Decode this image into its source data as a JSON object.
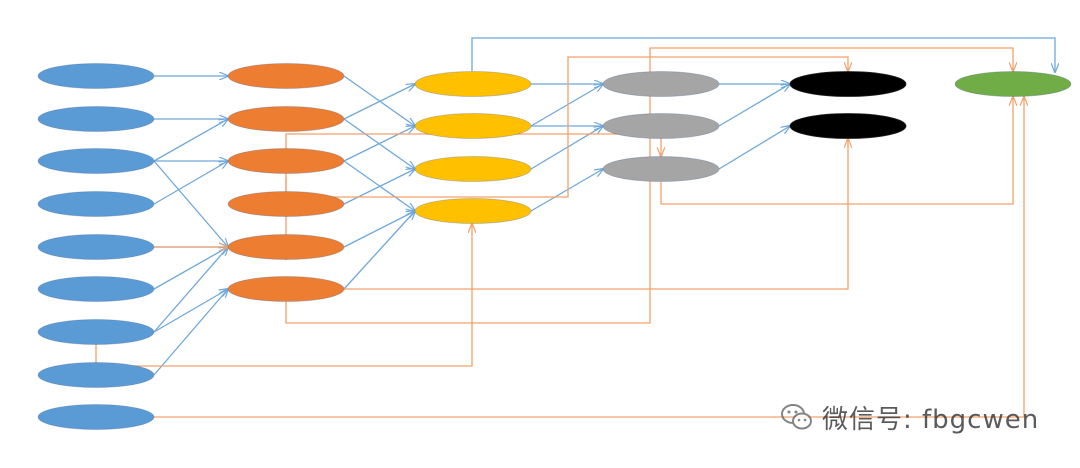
{
  "colors": {
    "blue_node": "#5b9bd5",
    "orange_node": "#ed7d31",
    "yellow_node": "#ffc000",
    "gray_node": "#a5a5a5",
    "black_node": "#000000",
    "green_node": "#70ad47",
    "blue_edge": "#6fa8dc",
    "orange_edge": "#f4a06a"
  },
  "columns": [
    {
      "name": "col-1",
      "color": "blue_node",
      "count": 9
    },
    {
      "name": "col-2",
      "color": "orange_node",
      "count": 6
    },
    {
      "name": "col-3",
      "color": "yellow_node",
      "count": 4
    },
    {
      "name": "col-4",
      "color": "gray_node",
      "count": 3
    },
    {
      "name": "col-5",
      "color": "black_node",
      "count": 2
    },
    {
      "name": "col-6",
      "color": "green_node",
      "count": 1
    }
  ],
  "edges": {
    "blue": [
      [
        "c1-0",
        "c2-0"
      ],
      [
        "c1-1",
        "c2-1"
      ],
      [
        "c1-2",
        "c2-1"
      ],
      [
        "c1-2",
        "c2-2"
      ],
      [
        "c1-2",
        "c2-4"
      ],
      [
        "c1-3",
        "c2-2"
      ],
      [
        "c1-4",
        "c2-4"
      ],
      [
        "c1-5",
        "c2-4"
      ],
      [
        "c1-6",
        "c2-4"
      ],
      [
        "c1-6",
        "c2-5"
      ],
      [
        "c1-7",
        "c2-5"
      ],
      [
        "c2-0",
        "c3-1"
      ],
      [
        "c2-1",
        "c3-0"
      ],
      [
        "c2-1",
        "c3-2"
      ],
      [
        "c2-2",
        "c3-1"
      ],
      [
        "c2-2",
        "c3-3"
      ],
      [
        "c2-3",
        "c3-2"
      ],
      [
        "c2-4",
        "c3-3"
      ],
      [
        "c2-5",
        "c3-3"
      ],
      [
        "c3-0",
        "c4-0"
      ],
      [
        "c3-1",
        "c4-0"
      ],
      [
        "c3-1",
        "c4-1"
      ],
      [
        "c3-2",
        "c4-1"
      ],
      [
        "c3-3",
        "c4-2"
      ],
      [
        "c4-0",
        "c5-0"
      ],
      [
        "c4-1",
        "c5-0"
      ],
      [
        "c4-2",
        "c5-1"
      ]
    ]
  },
  "watermark": {
    "icon": "wechat-icon",
    "text": "微信号: fbgcwen"
  }
}
